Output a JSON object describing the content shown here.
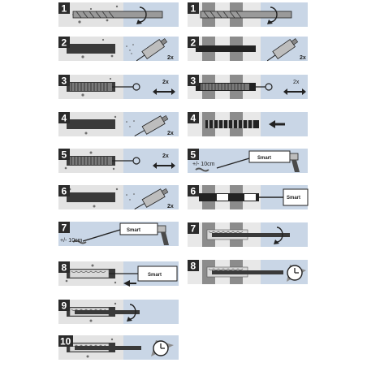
{
  "title": "",
  "colors": {
    "panel_bg": "#c9d6e6",
    "concrete_light": "#e8e8e8",
    "concrete_dots": "#7a7a7a",
    "hole_dark": "#3a3a3a",
    "number_tab": "#2b2b2b",
    "gray_brick": "#8c8c8c"
  },
  "left_column": {
    "steps": [
      {
        "num": "1",
        "action": "drill",
        "icons": [
          "drill-bit-icon",
          "rotation-arrow-icon"
        ]
      },
      {
        "num": "2",
        "action": "blow-out",
        "count": "2x",
        "icons": [
          "blow-pump-icon"
        ]
      },
      {
        "num": "3",
        "action": "brush",
        "count": "2x",
        "icons": [
          "brush-icon",
          "double-arrow-icon"
        ]
      },
      {
        "num": "4",
        "action": "blow-out",
        "count": "2x",
        "icons": [
          "blow-pump-icon"
        ]
      },
      {
        "num": "5",
        "action": "brush",
        "count": "2x",
        "icons": [
          "brush-icon",
          "double-arrow-icon"
        ]
      },
      {
        "num": "6",
        "action": "blow-out",
        "count": "2x",
        "icons": [
          "blow-pump-icon"
        ]
      },
      {
        "num": "7",
        "action": "discard-first",
        "note": "+/- 10cm",
        "brand": "Smart",
        "icons": [
          "cartridge-gun-icon"
        ]
      },
      {
        "num": "8",
        "action": "inject",
        "brand": "Smart",
        "icons": [
          "cartridge-gun-icon",
          "left-arrow-icon"
        ]
      },
      {
        "num": "9",
        "action": "insert-rod",
        "icons": [
          "rotation-arrow-icon"
        ]
      },
      {
        "num": "10",
        "action": "cure",
        "icons": [
          "clock-icon"
        ]
      }
    ]
  },
  "right_column": {
    "steps": [
      {
        "num": "1",
        "action": "drill",
        "icons": [
          "drill-bit-icon",
          "rotation-arrow-icon"
        ]
      },
      {
        "num": "2",
        "action": "blow-out",
        "count": "2x",
        "icons": [
          "blow-pump-icon"
        ]
      },
      {
        "num": "3",
        "action": "brush",
        "count": "2x",
        "icons": [
          "brush-icon",
          "double-arrow-icon"
        ]
      },
      {
        "num": "4",
        "action": "insert-sleeve",
        "icons": [
          "left-arrow-icon"
        ]
      },
      {
        "num": "5",
        "action": "discard-first",
        "note": "+/- 10cm",
        "brand": "Smart",
        "icons": [
          "cartridge-gun-icon"
        ]
      },
      {
        "num": "6",
        "action": "inject",
        "brand": "Smart",
        "icons": [
          "cartridge-gun-icon"
        ]
      },
      {
        "num": "7",
        "action": "insert-rod",
        "icons": [
          "rotation-arrow-icon"
        ]
      },
      {
        "num": "8",
        "action": "cure",
        "icons": [
          "clock-icon"
        ]
      }
    ]
  }
}
